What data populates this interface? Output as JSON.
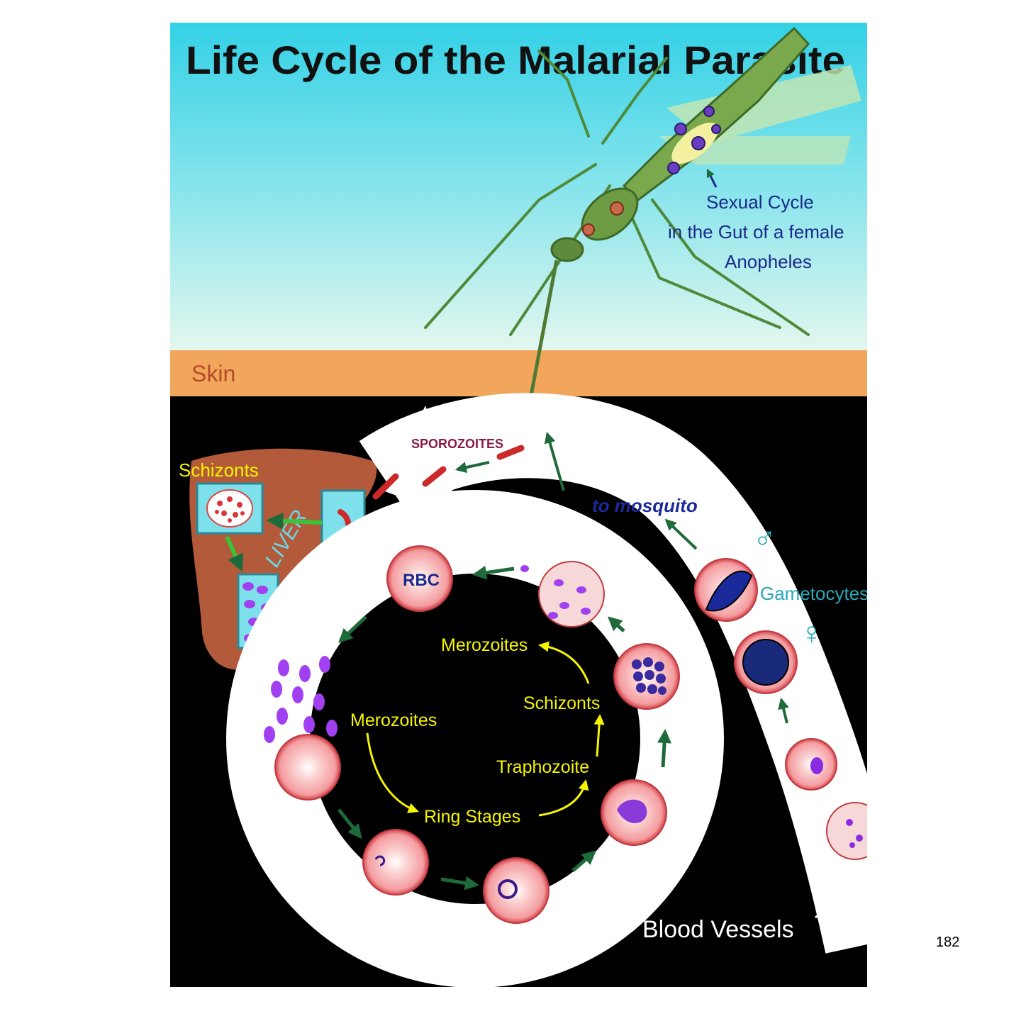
{
  "title": "Life Cycle of the Malarial Parasite",
  "labels": {
    "sexual_cycle_line1": "Sexual Cycle",
    "sexual_cycle_line2": "in the Gut of a female",
    "sexual_cycle_line3": "Anopheles",
    "skin": "Skin",
    "sporozoites": "SPOROZOITES",
    "schizonts_liver": "Schizonts",
    "liver": "LIVER",
    "to_mosquito": "to mosquito",
    "male_symbol": "♂",
    "female_symbol": "♀",
    "gametocytes": "Gametocytes",
    "rbc": "RBC",
    "merozoites_top": "Merozoites",
    "schizonts_inner": "Schizonts",
    "merozoites_left": "Merozoites",
    "traphozoite": "Traphozoite",
    "ring_stages": "Ring Stages",
    "blood_vessels": "Blood Vessels"
  },
  "colors": {
    "sky_top": "#33d1e6",
    "sky_bottom": "#d8f6ef",
    "skin": "#f2a65c",
    "background": "#000000",
    "cell": "#f59aa0",
    "parasite": "#8a2be2",
    "title": "#111111",
    "yellow_labels": "#f5f500",
    "navy_labels": "#1a2a8a",
    "liver": "#b25a3a"
  },
  "page_number": "182"
}
